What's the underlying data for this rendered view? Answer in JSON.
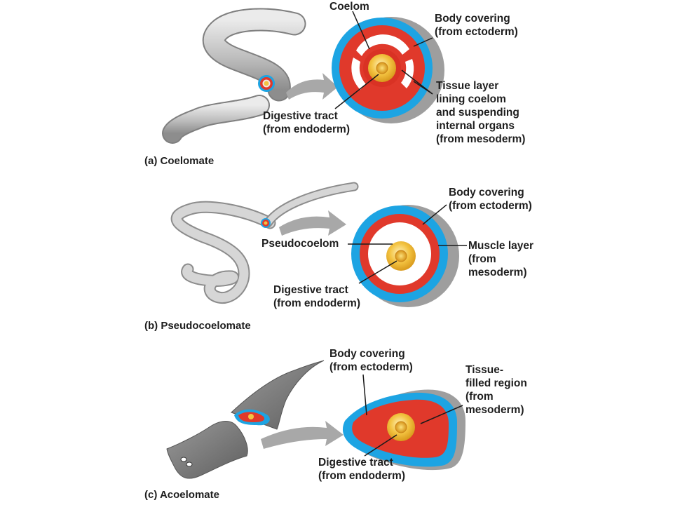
{
  "panels": {
    "coelomate": {
      "caption": "(a) Coelomate",
      "coelom_label": "Coelom",
      "body_covering": [
        "Body covering",
        "(from ectoderm)"
      ],
      "tissue_layer": [
        "Tissue layer",
        "lining coelom",
        "and suspending",
        "internal organs",
        "(from mesoderm)"
      ],
      "digestive_tract": [
        "Digestive tract",
        "(from endoderm)"
      ]
    },
    "pseudocoelomate": {
      "caption": "(b) Pseudocoelomate",
      "body_covering": [
        "Body covering",
        "(from ectoderm)"
      ],
      "pseudocoelom_label": "Pseudocoelom",
      "muscle_layer": [
        "Muscle layer",
        "(from",
        "mesoderm)"
      ],
      "digestive_tract": [
        "Digestive tract",
        "(from endoderm)"
      ]
    },
    "acoelomate": {
      "caption": "(c) Acoelomate",
      "body_covering": [
        "Body covering",
        "(from ectoderm)"
      ],
      "tissue_filled": [
        "Tissue-",
        "filled region",
        "(from",
        "mesoderm)"
      ],
      "digestive_tract": [
        "Digestive tract",
        "(from endoderm)"
      ]
    }
  },
  "colors": {
    "ectoderm": "#1da4e3",
    "mesoderm": "#e0392b",
    "endoderm": "#f3c341",
    "body_gray": "#b9b9b9",
    "arrow_gray": "#a8a8a8",
    "leader_line": "#1a1a1a"
  }
}
